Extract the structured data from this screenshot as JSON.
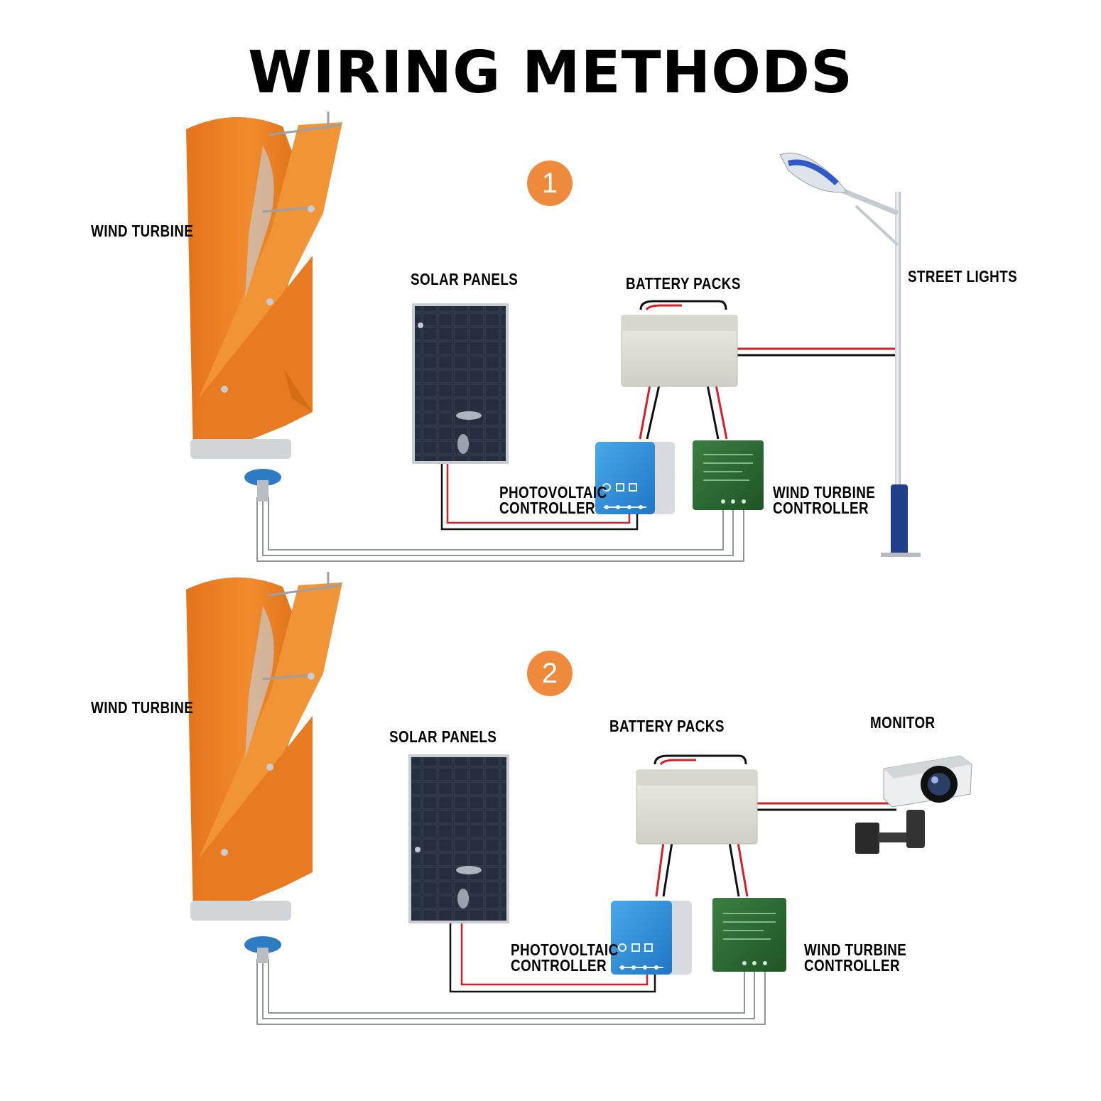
{
  "title": "WIRING METHODS",
  "colors": {
    "turbine": "#ea7d1e",
    "badge": "#ef8a3d",
    "wire_red": "#d61f26",
    "wire_black": "#111111",
    "wire_gray": "#8e9690",
    "panel": "#1c2430",
    "pv_controller": "#2f8ed6",
    "wt_controller": "#2b6b32",
    "battery": "#e3e3dc"
  },
  "diagram_1": {
    "number": "1",
    "wind_turbine": "WIND TURBINE",
    "solar_panels": "SOLAR PANELS",
    "battery_packs": "BATTERY PACKS",
    "load": "STREET LIGHTS",
    "pv_controller": [
      "PHOTOVOLTAIC",
      "CONTROLLER"
    ],
    "wt_controller": [
      "WIND TURBINE",
      "CONTROLLER"
    ]
  },
  "diagram_2": {
    "number": "2",
    "wind_turbine": "WIND TURBINE",
    "solar_panels": "SOLAR PANELS",
    "battery_packs": "BATTERY PACKS",
    "load": "MONITOR",
    "pv_controller": [
      "PHOTOVOLTAIC",
      "CONTROLLER"
    ],
    "wt_controller": [
      "WIND TURBINE",
      "CONTROLLER"
    ]
  }
}
